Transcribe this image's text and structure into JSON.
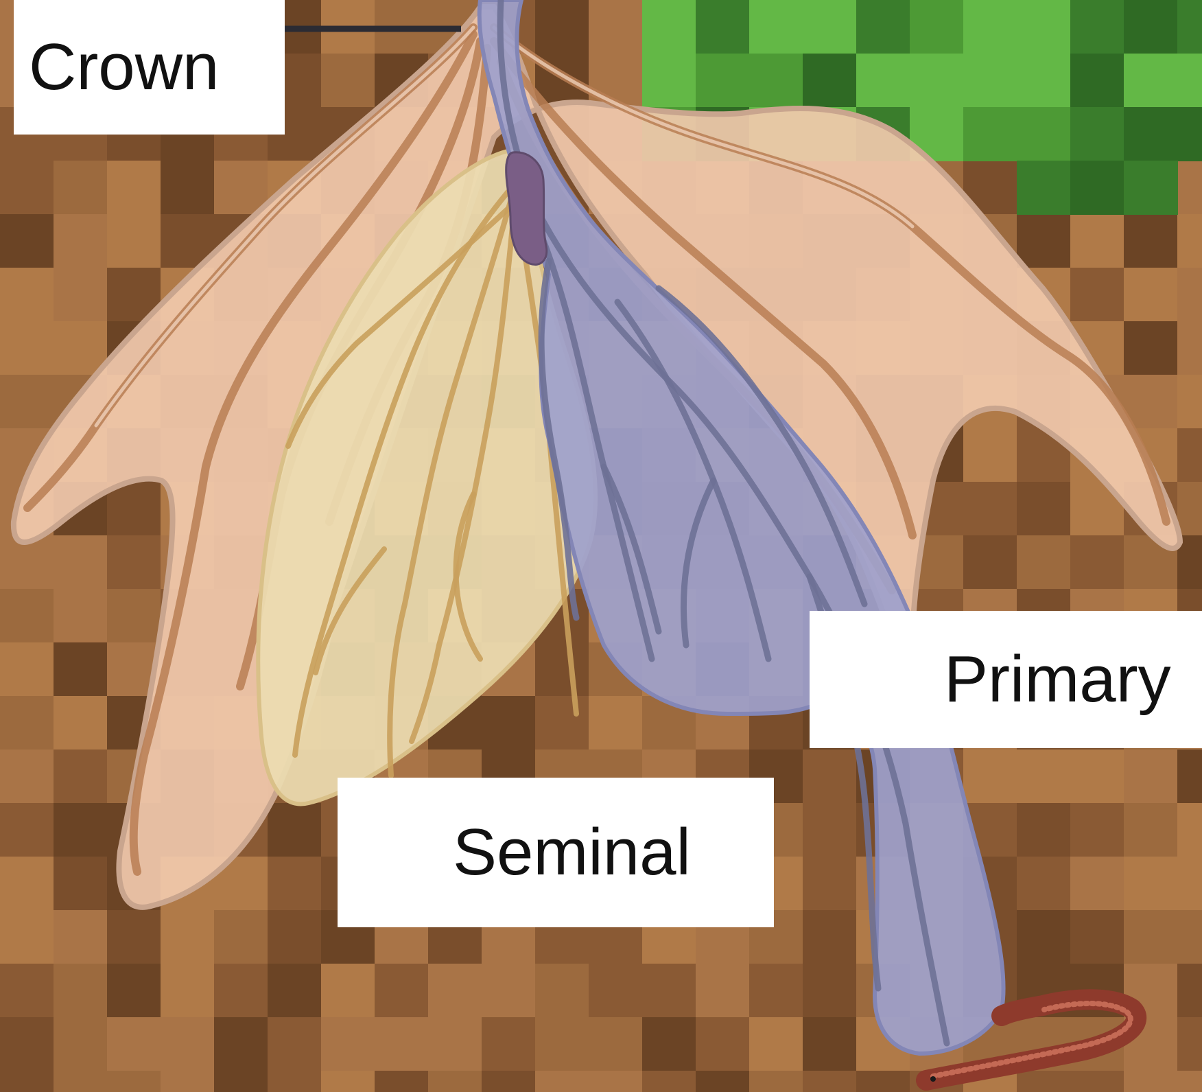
{
  "diagram": {
    "labels": {
      "crown": "Crown",
      "primary": "Primary",
      "seminal": "Seminal"
    },
    "colors": {
      "soil_dark": "#6b4425",
      "soil_mid": "#8a5a34",
      "soil_light": "#b07a48",
      "grass_dark": "#3a7d2c",
      "grass_light": "#63b846",
      "crown_fill": "#f1c9ad",
      "crown_root": "#c58a5e",
      "seminal_fill": "#ecdcb0",
      "seminal_root": "#d2b070",
      "primary_fill": "#9ea1cc",
      "primary_root": "#6e7196",
      "leader_line": "#2b2b33",
      "worm": "#8e3a2c"
    }
  }
}
